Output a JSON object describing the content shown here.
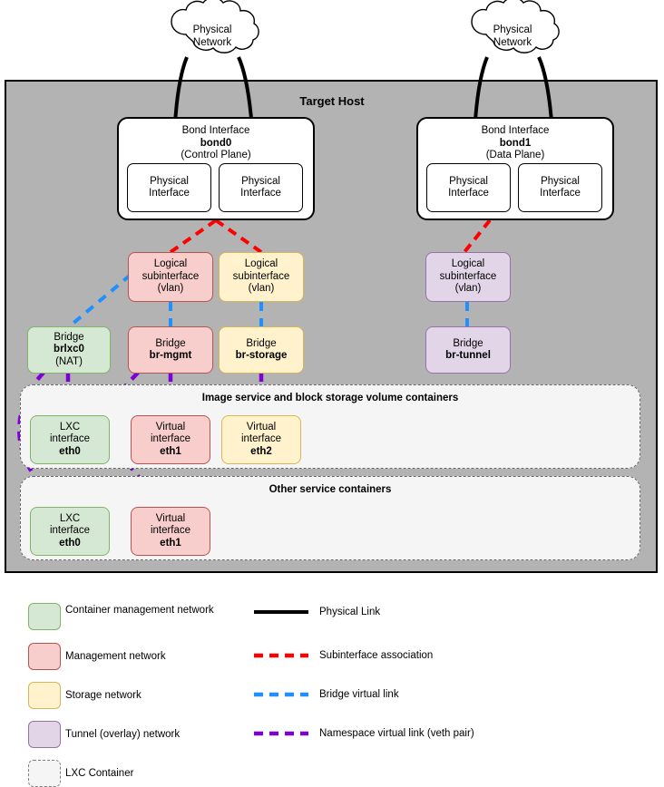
{
  "diagram": {
    "host": {
      "title": "Target Host"
    },
    "clouds": [
      {
        "name": "cloud-left",
        "line1": "Physical",
        "line2": "Network"
      },
      {
        "name": "cloud-right",
        "line1": "Physical",
        "line2": "Network"
      }
    ],
    "bonds": [
      {
        "name": "bond0",
        "line1": "Bond Interface",
        "line2": "bond0",
        "line3": "(Control Plane)",
        "physical_interfaces": [
          {
            "line1": "Physical",
            "line2": "Interface"
          },
          {
            "line1": "Physical",
            "line2": "Interface"
          }
        ]
      },
      {
        "name": "bond1",
        "line1": "Bond Interface",
        "line2": "bond1",
        "line3": "(Data Plane)",
        "physical_interfaces": [
          {
            "line1": "Physical",
            "line2": "Interface"
          },
          {
            "line1": "Physical",
            "line2": "Interface"
          }
        ]
      }
    ],
    "subinterfaces": [
      {
        "name": "subif-mgmt",
        "line1": "Logical",
        "line2": "subinterface",
        "line3": "(vlan)",
        "color": "management"
      },
      {
        "name": "subif-storage",
        "line1": "Logical",
        "line2": "subinterface",
        "line3": "(vlan)",
        "color": "storage"
      },
      {
        "name": "subif-tunnel",
        "line1": "Logical",
        "line2": "subinterface",
        "line3": "(vlan)",
        "color": "tunnel"
      }
    ],
    "bridges": [
      {
        "name": "bridge-brlxc0",
        "line1": "Bridge",
        "line2": "brlxc0",
        "line3": "(NAT)",
        "color": "container-mgmt"
      },
      {
        "name": "bridge-br-mgmt",
        "line1": "Bridge",
        "line2": "br-mgmt",
        "line3": "",
        "color": "management"
      },
      {
        "name": "bridge-br-storage",
        "line1": "Bridge",
        "line2": "br-storage",
        "line3": "",
        "color": "storage"
      },
      {
        "name": "bridge-br-tunnel",
        "line1": "Bridge",
        "line2": "br-tunnel",
        "line3": "",
        "color": "tunnel"
      }
    ],
    "container_groups": [
      {
        "name": "image-block-storage-containers",
        "title": "Image service and block storage volume containers",
        "interfaces": [
          {
            "line1": "LXC",
            "line2": "interface",
            "line3": "eth0",
            "color": "container-mgmt"
          },
          {
            "line1": "Virtual",
            "line2": "interface",
            "line3": "eth1",
            "color": "management"
          },
          {
            "line1": "Virtual",
            "line2": "interface",
            "line3": "eth2",
            "color": "storage"
          }
        ]
      },
      {
        "name": "other-service-containers",
        "title": "Other service containers",
        "interfaces": [
          {
            "line1": "LXC",
            "line2": "interface",
            "line3": "eth0",
            "color": "container-mgmt"
          },
          {
            "line1": "Virtual",
            "line2": "interface",
            "line3": "eth1",
            "color": "management"
          }
        ]
      }
    ]
  },
  "legend": {
    "swatches": [
      {
        "name": "legend-container-management-network",
        "label": "Container management network",
        "fill": "#d5e8d4",
        "stroke": "#82b366"
      },
      {
        "name": "legend-management-network",
        "label": "Management network",
        "fill": "#f8cecc",
        "stroke": "#b85450"
      },
      {
        "name": "legend-storage-network",
        "label": "Storage network",
        "fill": "#fff2cc",
        "stroke": "#d6b656"
      },
      {
        "name": "legend-tunnel-overlay-network",
        "label": "Tunnel (overlay) network",
        "fill": "#e1d5e7",
        "stroke": "#9673a6"
      },
      {
        "name": "legend-lxc-container",
        "label": "LXC Container",
        "fill": "#f5f5f5",
        "stroke": "#808080"
      }
    ],
    "lines": [
      {
        "name": "legend-physical-link",
        "label": "Physical Link",
        "color": "#000000",
        "style": "solid"
      },
      {
        "name": "legend-subinterface-assoc",
        "label": "Subinterface association",
        "color": "#ff0000",
        "style": "dashed"
      },
      {
        "name": "legend-bridge-virtual-link",
        "label": "Bridge virtual link",
        "color": "#1e90ff",
        "style": "dashed"
      },
      {
        "name": "legend-namespace-virtual-link",
        "label": "Namespace virtual link (veth pair)",
        "color": "#7f00d4",
        "style": "dashed"
      }
    ]
  },
  "chart_data": {
    "type": "diagram",
    "title": "Target Host network layout",
    "nodes": [
      "Physical Network (left)",
      "Physical Network (right)",
      "bond0 (Control Plane)",
      "bond1 (Data Plane)",
      "Logical subinterface (vlan) - mgmt",
      "Logical subinterface (vlan) - storage",
      "Logical subinterface (vlan) - tunnel",
      "Bridge brlxc0 (NAT)",
      "Bridge br-mgmt",
      "Bridge br-storage",
      "Bridge br-tunnel",
      "LXC interface eth0",
      "Virtual interface eth1",
      "Virtual interface eth2"
    ],
    "edge_types": [
      "Physical Link",
      "Subinterface association",
      "Bridge virtual link",
      "Namespace virtual link (veth pair)"
    ]
  }
}
